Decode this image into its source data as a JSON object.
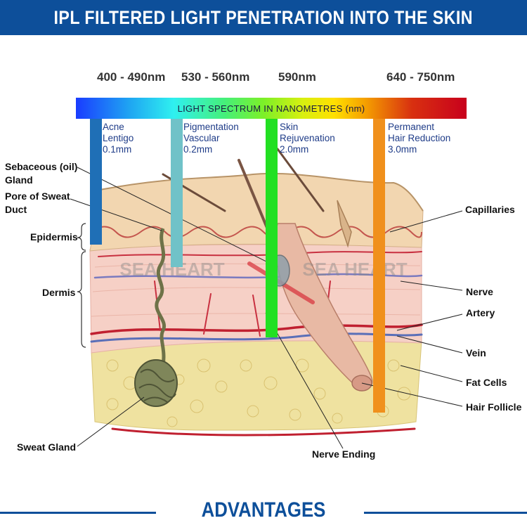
{
  "header": {
    "title": "IPL FILTERED LIGHT PENETRATION INTO THE SKIN"
  },
  "wavelengths": [
    "400 - 490nm",
    "530 - 560nm",
    "590nm",
    "640 - 750nm"
  ],
  "spectrum": {
    "label": "LIGHT SPECTRUM IN NANOMETRES (nm)"
  },
  "bands": [
    {
      "lines": [
        "Acne",
        "Lentigo",
        "0.1mm"
      ],
      "color": "#1f6fb6"
    },
    {
      "lines": [
        "Pigmentation",
        "Vascular",
        "0.2mm"
      ],
      "color": "#70c2c8"
    },
    {
      "lines": [
        "Skin",
        "Rejuvenation",
        "2.0mm"
      ],
      "color": "#22e022"
    },
    {
      "lines": [
        "Permanent",
        "Hair Reduction",
        "3.0mm"
      ],
      "color": "#f0901c"
    }
  ],
  "left_labels": {
    "sebaceous": "Sebaceous (oil) Gland",
    "pore": "Pore of Sweat Duct",
    "epidermis": "Epidermis",
    "dermis": "Dermis",
    "sweat_gland": "Sweat Gland"
  },
  "right_labels": {
    "capillaries": "Capillaries",
    "nerve": "Nerve",
    "artery": "Artery",
    "vein": "Vein",
    "fat_cells": "Fat Cells",
    "hair_follicle": "Hair Follicle"
  },
  "bottom_labels": {
    "nerve_ending": "Nerve Ending"
  },
  "watermark": "SEA HEART",
  "footer": {
    "title": "ADVANTAGES"
  }
}
